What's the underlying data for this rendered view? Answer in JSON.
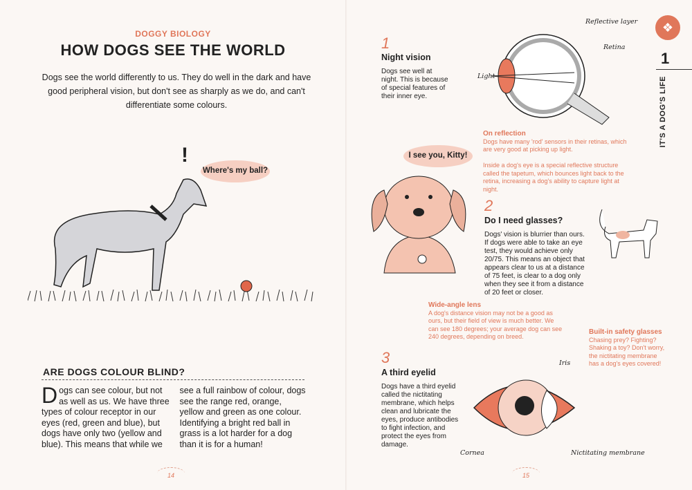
{
  "left_page": {
    "kicker": "DOGGY BIOLOGY",
    "title": "HOW DOGS SEE THE WORLD",
    "intro": "Dogs see the world differently to us. They do well in the dark and have good peripheral vision, but don't see as sharply as we do, and can't differentiate some colours.",
    "exclaim": "!",
    "bubble": "Where's my ball?",
    "section_heading": "ARE DOGS COLOUR BLIND?",
    "drop_cap": "D",
    "body": "ogs can see colour, but not as well as us. We have three types of colour receptor in our eyes (red, green and blue), but dogs have only two (yellow and blue). This means that while we see a full rainbow of colour, dogs see the range red, orange, yellow and green as one colour. Identifying a bright red ball in grass is a lot harder for a dog than it is for a human!",
    "page_number": "14"
  },
  "right_page": {
    "sections": [
      {
        "number": "1",
        "heading": "Night vision",
        "text": "Dogs see well at night. This is because of special features of their inner eye."
      },
      {
        "number": "2",
        "heading": "Do I need glasses?",
        "text": "Dogs' vision is blurrier than ours. If dogs were able to take an eye test, they would achieve only 20/75. This means an object that appears clear to us at a distance of 75 feet, is clear to a dog only when they see it from a distance of 20 feet or closer."
      },
      {
        "number": "3",
        "heading": "A third eyelid",
        "text": "Dogs have a third eyelid called the nictitating membrane, which helps clean and lubricate the eyes, produce antibodies to fight infection, and protect the eyes from damage."
      }
    ],
    "eye_labels": {
      "reflective": "Reflective layer",
      "retina": "Retina",
      "light": "Light",
      "iris": "Iris",
      "cornea": "Cornea",
      "membrane": "Nictitating membrane"
    },
    "notes": [
      {
        "title": "On reflection",
        "text": "Dogs have many 'rod' sensors in their retinas, which are very good at picking up light.",
        "text2": "Inside a dog's eye is a special reflective structure called the tapetum, which bounces light back to the retina, increasing a dog's ability to capture light at night."
      },
      {
        "title": "Wide-angle lens",
        "text": "A dog's distance vision may not be a good as ours, but their field of view is much better. We can see 180 degrees; your average dog can see 240 degrees, depending on breed."
      },
      {
        "title": "Built-in safety glasses",
        "text": "Chasing prey? Fighting? Shaking a toy? Don't worry, the nictitating membrane has a dog's eyes covered!"
      }
    ],
    "bubble": "I see you, Kitty!",
    "page_number": "15"
  },
  "sidebar": {
    "icon": "paw-icon",
    "chapter_number": "1",
    "chapter_title": "IT'S A DOG'S LIFE"
  },
  "colors": {
    "accent": "#e0775a",
    "bubble": "#f6cfc2",
    "background": "#fbf7f4"
  }
}
